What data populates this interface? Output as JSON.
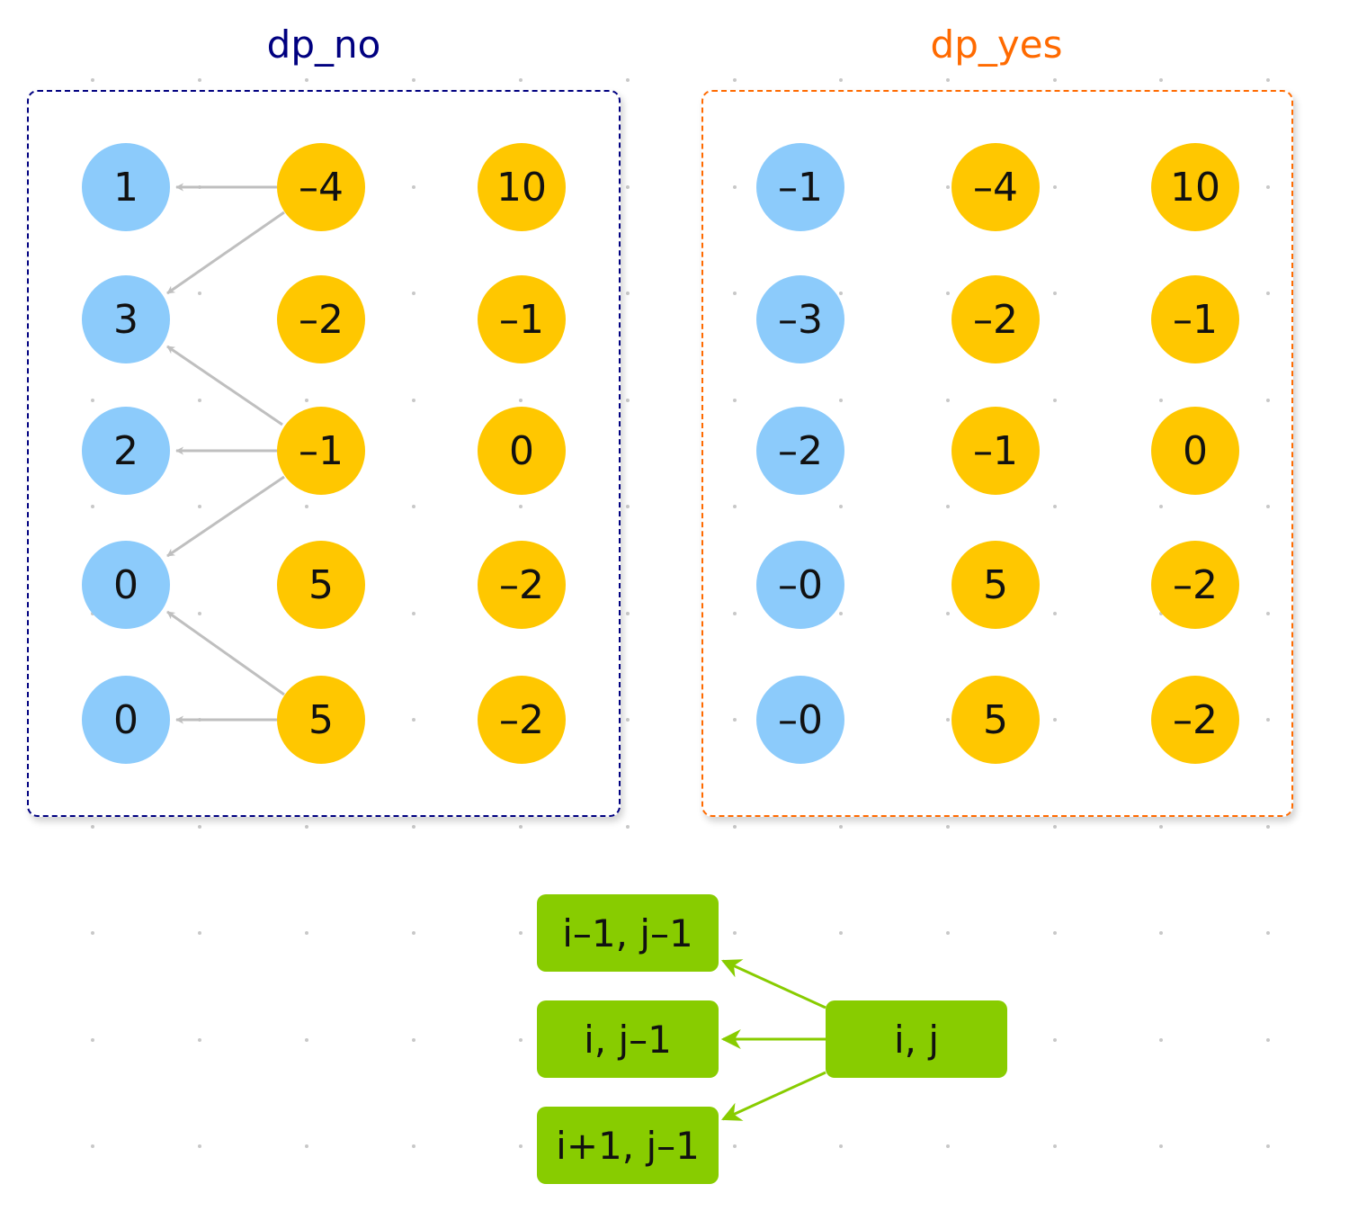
{
  "titles": {
    "dp_no": "dp_no",
    "dp_yes": "dp_yes"
  },
  "colors": {
    "dp_no_frame": "#000080",
    "dp_yes_frame": "#ff6a00",
    "blue_node": "#8ccbfb",
    "gold_node": "#ffc700",
    "green_box": "#88cc00",
    "grey_arrow": "#bfbfbf"
  },
  "dp_no": {
    "rows": [
      [
        "1",
        "–4",
        "10"
      ],
      [
        "3",
        "–2",
        "–1"
      ],
      [
        "2",
        "–1",
        "0"
      ],
      [
        "0",
        "5",
        "–2"
      ],
      [
        "0",
        "5",
        "–2"
      ]
    ]
  },
  "dp_yes": {
    "rows": [
      [
        "–1",
        "–4",
        "10"
      ],
      [
        "–3",
        "–2",
        "–1"
      ],
      [
        "–2",
        "–1",
        "0"
      ],
      [
        "–0",
        "5",
        "–2"
      ],
      [
        "–0",
        "5",
        "–2"
      ]
    ]
  },
  "legend": {
    "source": "i, j",
    "up_left": "i–1, j–1",
    "left": "i, j–1",
    "down_left": "i+1, j–1"
  }
}
